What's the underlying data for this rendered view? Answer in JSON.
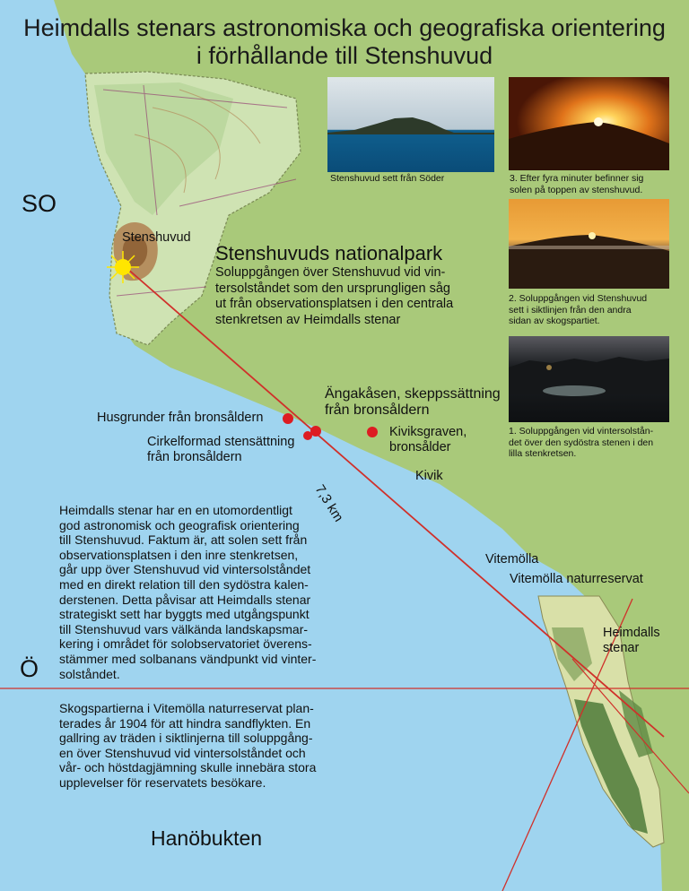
{
  "title": {
    "line1": "Heimdalls stenars astronomiska och geografiska orientering",
    "line2": "i förhållande till Stenshuvud"
  },
  "compass": {
    "so": "SO",
    "o": "Ö"
  },
  "places": {
    "stenshuvud": "Stenshuvud",
    "husgrunder": "Husgrunder från bronsåldern",
    "cirkel_line1": "Cirkelformad stensättning",
    "cirkel_line2": "från bronsåldern",
    "angakasen_line1": "Ängakåsen, skeppssättning",
    "angakasen_line2": "från bronsåldern",
    "kiviksgraven_line1": "Kiviksgraven,",
    "kiviksgraven_line2": "bronsålder",
    "kivik": "Kivik",
    "distance": "7,3 km",
    "vitemolla": "Vitemölla",
    "vitemolla_reservat": "Vitemölla naturreservat",
    "heimdalls_line1": "Heimdalls",
    "heimdalls_line2": "stenar",
    "hanobukten": "Hanöbukten"
  },
  "national_park": {
    "title": "Stenshuvuds nationalpark",
    "lines": [
      "Soluppgången över Stenshuvud vid vin-",
      "tersolståndet som den ursprungligen såg",
      "ut från observationsplatsen i den centrala",
      "stenkretsen av Heimdalls stenar"
    ]
  },
  "paragraph1": [
    "Heimdalls stenar har en en utomordentligt",
    "god astronomisk och geografisk orientering",
    "till Stenshuvud. Faktum är, att solen sett från",
    "observationsplatsen i den inre stenkretsen,",
    "går upp över Stenshuvud vid vintersolståndet",
    "med en direkt relation till den sydöstra kalen-",
    "derstenen. Detta påvisar att Heimdalls stenar",
    "strategiskt sett har byggts med utgångspunkt",
    "till Stenshuvud vars välkända landskapsmar-",
    "kering i området för solobservatoriet överens-",
    "stämmer med solbanans vändpunkt vid vinter-",
    "solståndet."
  ],
  "paragraph2": [
    "Skogspartierna i Vitemölla naturreservat plan-",
    "terades år 1904 för att hindra sandflykten. En",
    "gallring av träden i siktlinjerna till soluppgång-",
    "en över Stenshuvud vid vintersolståndet och",
    "vår- och höstdagjämning skulle innebära stora",
    "upplevelser för reservatets besökare."
  ],
  "photos": {
    "p1": {
      "caption": [
        "Stenshuvud sett från Söder"
      ]
    },
    "p2": {
      "caption": [
        "3. Efter fyra minuter befinner sig",
        "solen på toppen av stenshuvud."
      ]
    },
    "p3": {
      "caption": [
        "2. Soluppgången vid Stenshuvud",
        "sett i siktlinjen från den andra",
        "sidan av skogspartiet."
      ]
    },
    "p4": {
      "caption": [
        "1. Soluppgången vid vintersolstån-",
        "det över den sydöstra stenen i den",
        "lilla stenkretsen."
      ]
    }
  },
  "colors": {
    "sea": "#9fd4ef",
    "land": "#a9c97a",
    "sightline": "#d0302a",
    "marker": "#dd1c22",
    "sun": "#ffe600"
  }
}
